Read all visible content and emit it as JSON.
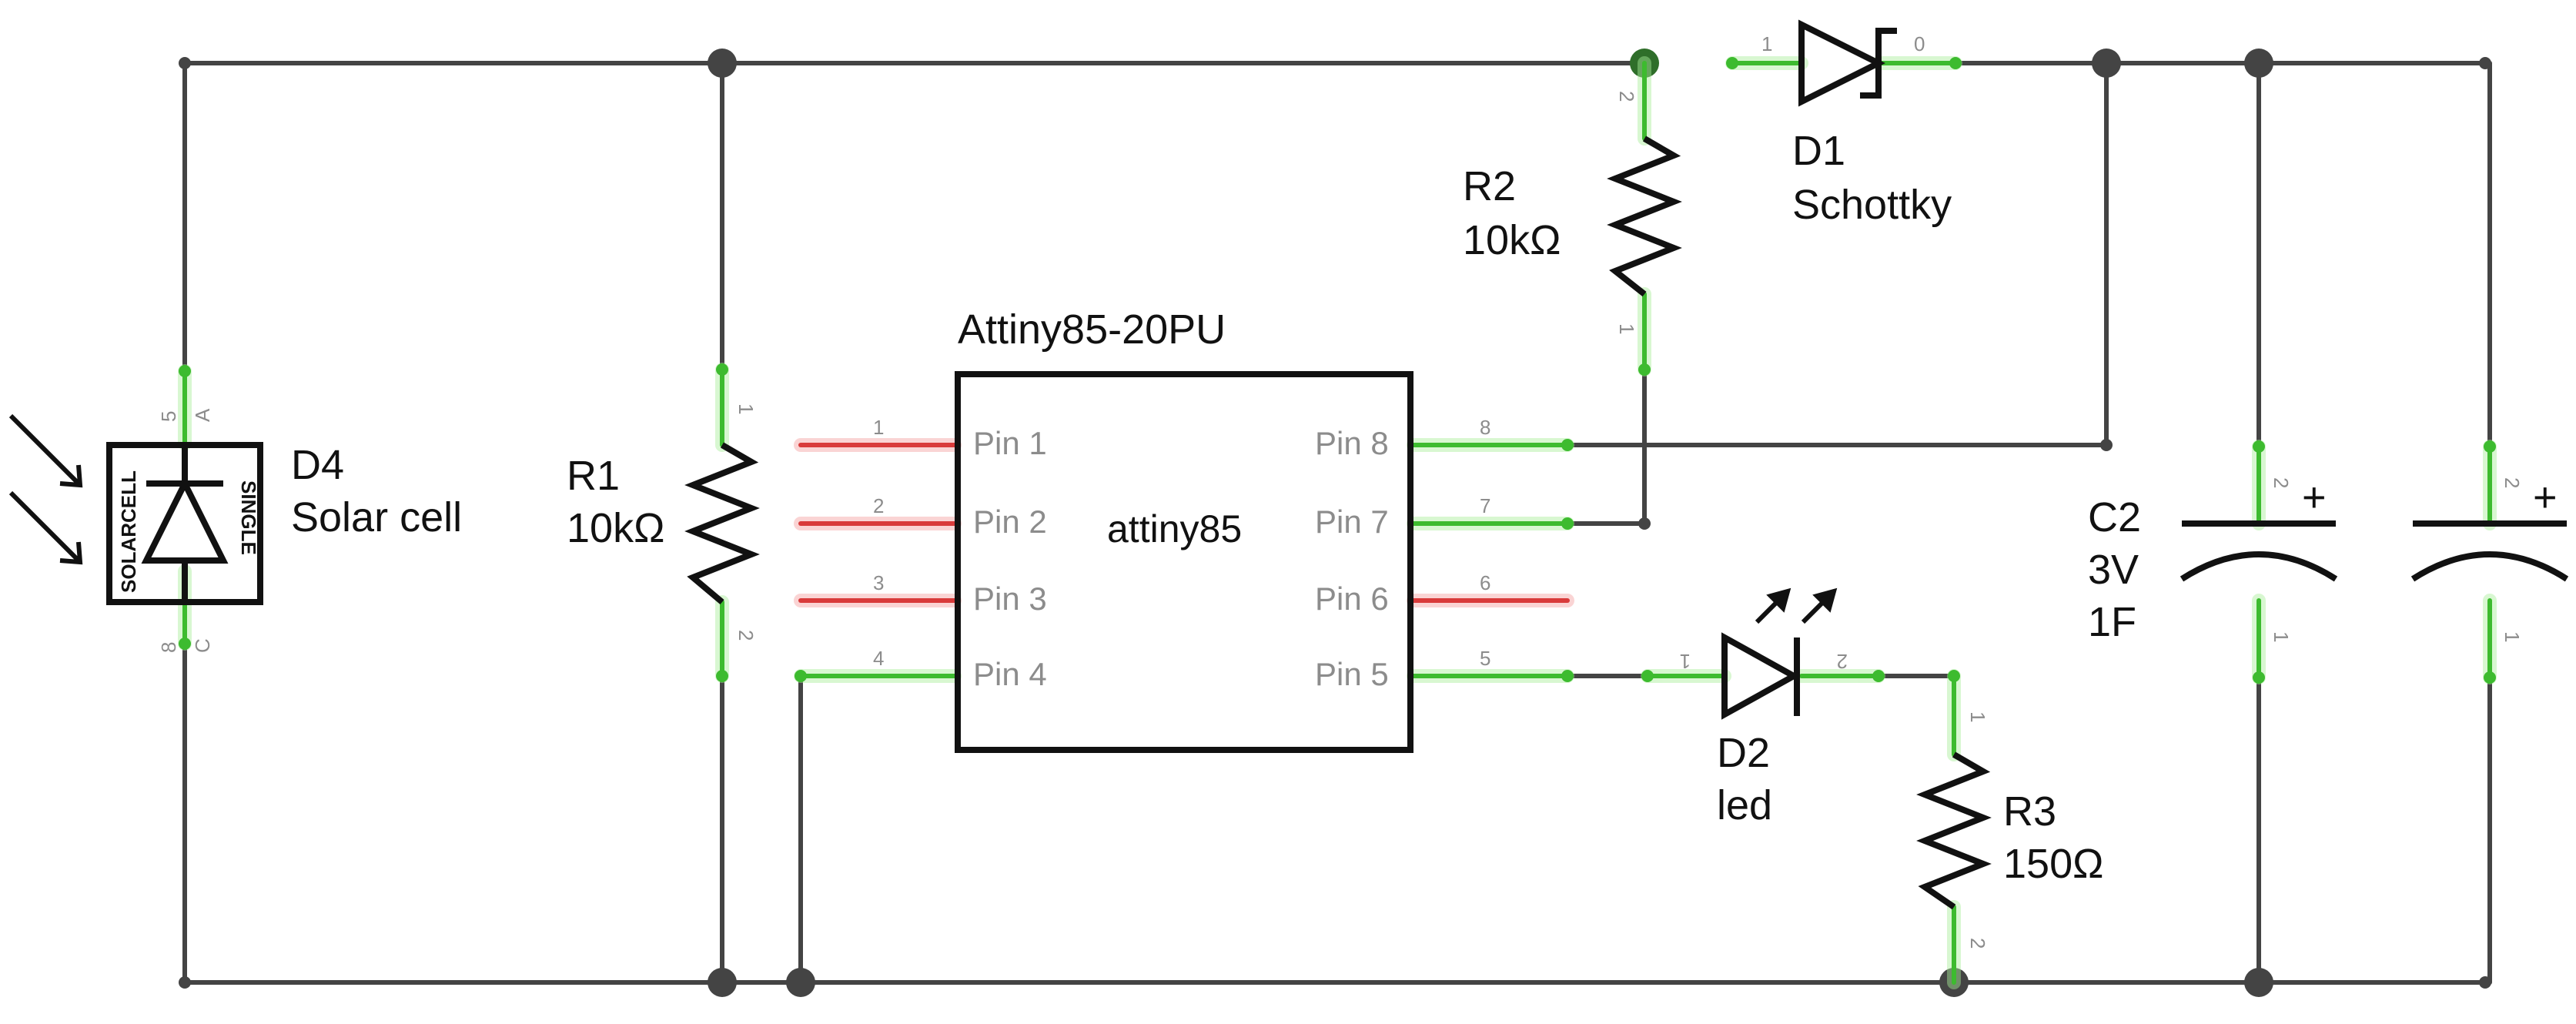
{
  "colors": {
    "wire": "#444444",
    "connected": "#3dbb2f",
    "connected_glow": "#a8ee98",
    "unconnected": "#d93b3b",
    "unconnected_glow": "#f3a0a0",
    "symbol": "#111111",
    "pin_label": "#8c8c8c"
  },
  "components": {
    "d4": {
      "name": "D4",
      "desc": "Solar cell",
      "inner_left": "SOLARCELL",
      "inner_right": "SINGLE",
      "pin_a": "A",
      "pin_c": "C",
      "pin_a_num": "5",
      "pin_c_num": "8",
      "icon": "photodiode-icon"
    },
    "r1": {
      "name": "R1",
      "value": "10kΩ",
      "pin1": "1",
      "pin2": "2"
    },
    "chip": {
      "title": "Attiny85-20PU",
      "center": "attiny85",
      "left_pins": [
        {
          "label": "Pin 1",
          "num": "1",
          "connected": false
        },
        {
          "label": "Pin 2",
          "num": "2",
          "connected": false
        },
        {
          "label": "Pin 3",
          "num": "3",
          "connected": false
        },
        {
          "label": "Pin 4",
          "num": "4",
          "connected": true
        }
      ],
      "right_pins": [
        {
          "label": "Pin 8",
          "num": "8",
          "connected": true
        },
        {
          "label": "Pin 7",
          "num": "7",
          "connected": true
        },
        {
          "label": "Pin 6",
          "num": "6",
          "connected": false
        },
        {
          "label": "Pin 5",
          "num": "5",
          "connected": true
        }
      ]
    },
    "r2": {
      "name": "R2",
      "value": "10kΩ",
      "pin1": "1",
      "pin2": "2"
    },
    "d1": {
      "name": "D1",
      "desc": "Schottky",
      "pin1": "1",
      "pin0": "0"
    },
    "d2": {
      "name": "D2",
      "desc": "led",
      "pin1": "1",
      "pin2": "2"
    },
    "r3": {
      "name": "R3",
      "value": "150Ω",
      "pin1": "1",
      "pin2": "2"
    },
    "c2": {
      "name": "C2",
      "voltage": "3V",
      "capacitance": "1F",
      "pin1": "1",
      "pin2": "2",
      "plus": "+"
    },
    "c3": {
      "pin1": "1",
      "pin2": "2",
      "plus": "+"
    }
  }
}
